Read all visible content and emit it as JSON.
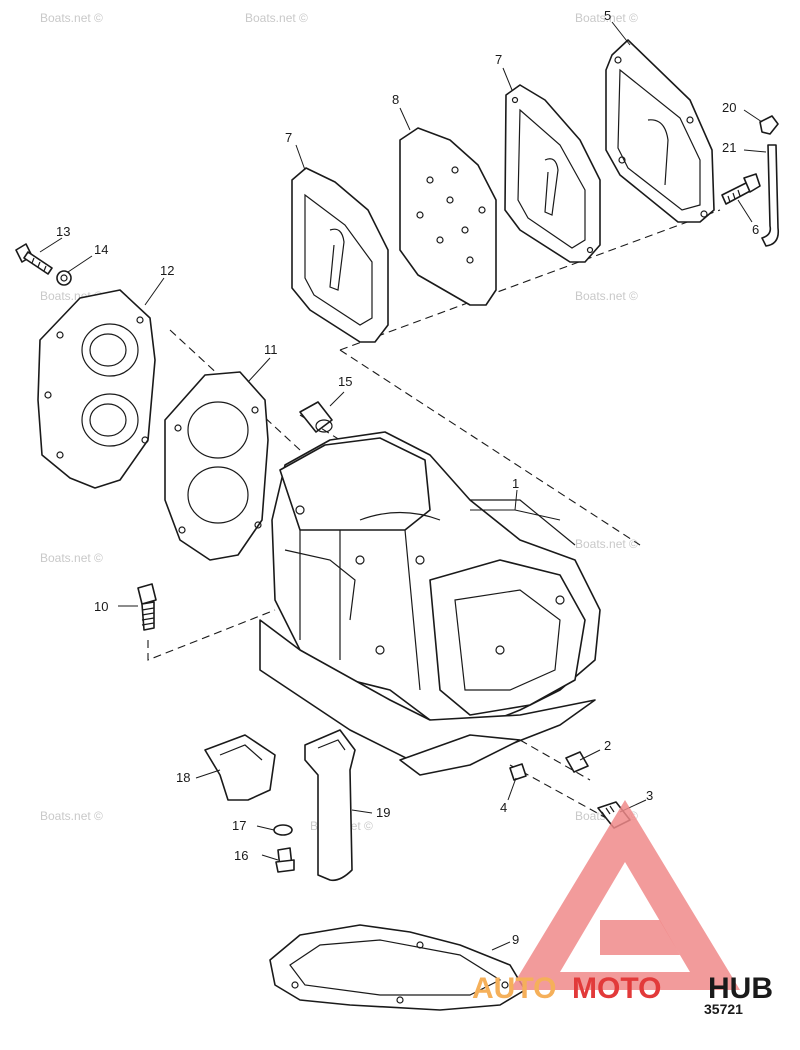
{
  "diagram": {
    "callouts": [
      {
        "id": "1",
        "text": "1"
      },
      {
        "id": "2",
        "text": "2"
      },
      {
        "id": "3",
        "text": "3"
      },
      {
        "id": "4",
        "text": "4"
      },
      {
        "id": "5",
        "text": "5"
      },
      {
        "id": "6",
        "text": "6"
      },
      {
        "id": "7a",
        "text": "7"
      },
      {
        "id": "7b",
        "text": "7"
      },
      {
        "id": "8",
        "text": "8"
      },
      {
        "id": "9",
        "text": "9"
      },
      {
        "id": "10",
        "text": "10"
      },
      {
        "id": "11",
        "text": "11"
      },
      {
        "id": "12",
        "text": "12"
      },
      {
        "id": "13",
        "text": "13"
      },
      {
        "id": "14",
        "text": "14"
      },
      {
        "id": "15",
        "text": "15"
      },
      {
        "id": "16",
        "text": "16"
      },
      {
        "id": "17",
        "text": "17"
      },
      {
        "id": "18",
        "text": "18"
      },
      {
        "id": "19",
        "text": "19"
      },
      {
        "id": "20",
        "text": "20"
      },
      {
        "id": "21",
        "text": "21"
      }
    ],
    "figure_number": "35721"
  },
  "watermark": {
    "text": "Boats.net ©"
  },
  "logo": {
    "part1": "AUTO",
    "part2": "MOTO",
    "part3": "HUB",
    "colors": {
      "auto": "#f5b05a",
      "moto": "#e23a3a",
      "hub": "#1a1a1a",
      "triangle": "#f08a8a"
    }
  }
}
